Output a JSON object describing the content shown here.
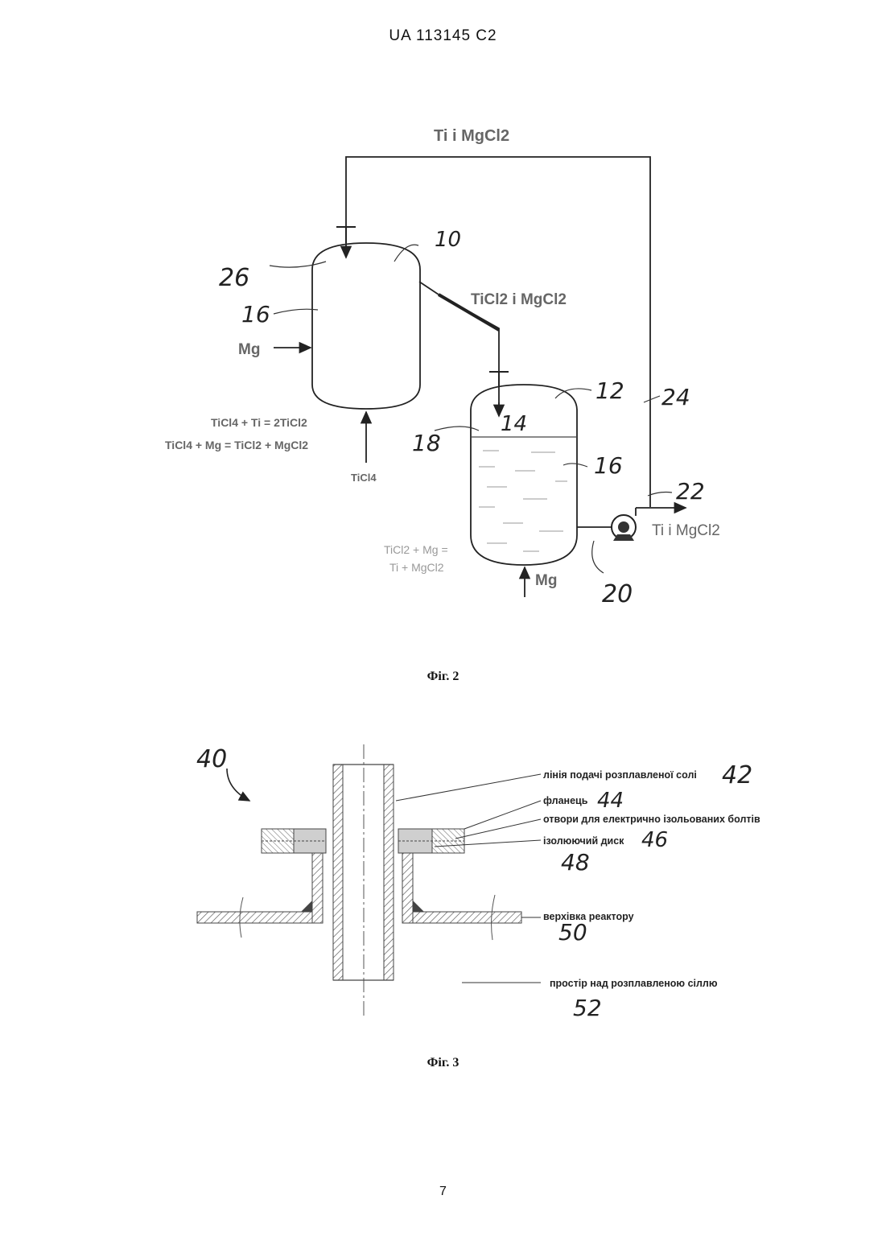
{
  "header": {
    "doc_id": "UA   113145   C2"
  },
  "fig2": {
    "caption": "Фіг. 2",
    "top_label": "Ti i MgCl2",
    "transfer_label": "TiCl2 i MgCl2",
    "out_label": "Ti i MgCl2",
    "mg_left": "Mg",
    "mg_bottom": "Mg",
    "ticl4_in": "TiCl4",
    "eq1": "TiCl4 + Ti = 2TiCl2",
    "eq2": "TiCl4 + Mg = TiCl2 + MgCl2",
    "eq3a": "TiCl2 + Mg =",
    "eq3b": "Ti + MgCl2",
    "refs": {
      "r10": "10",
      "r12": "12",
      "r14": "14",
      "r16a": "16",
      "r16b": "16",
      "r18": "18",
      "r20": "20",
      "r22": "22",
      "r24": "24",
      "r26": "26"
    }
  },
  "fig3": {
    "caption": "Фіг. 3",
    "ref40": "40",
    "labels": {
      "l42": "лінія подачі розплавленої солі",
      "l44": "фланець",
      "l48": "отвори для електрично ізольованих болтів",
      "l46": "ізолюючий диск",
      "l50": "верхівка реактору",
      "l52": "простір над розплавленою сіллю"
    },
    "refs": {
      "r42": "42",
      "r44": "44",
      "r46": "46",
      "r48": "48",
      "r50": "50",
      "r52": "52"
    }
  },
  "page_number": "7"
}
